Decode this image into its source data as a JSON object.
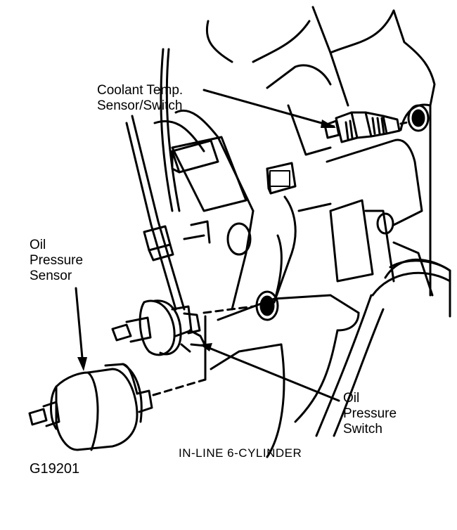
{
  "labels": {
    "coolant": [
      "Coolant Temp.",
      "Sensor/Switch"
    ],
    "oil_sensor": [
      "Oil",
      "Pressure",
      "Sensor"
    ],
    "oil_switch": [
      "Oil",
      "Pressure",
      "Switch"
    ]
  },
  "caption": "IN-LINE 6-CYLINDER",
  "figure_id": "G19201"
}
